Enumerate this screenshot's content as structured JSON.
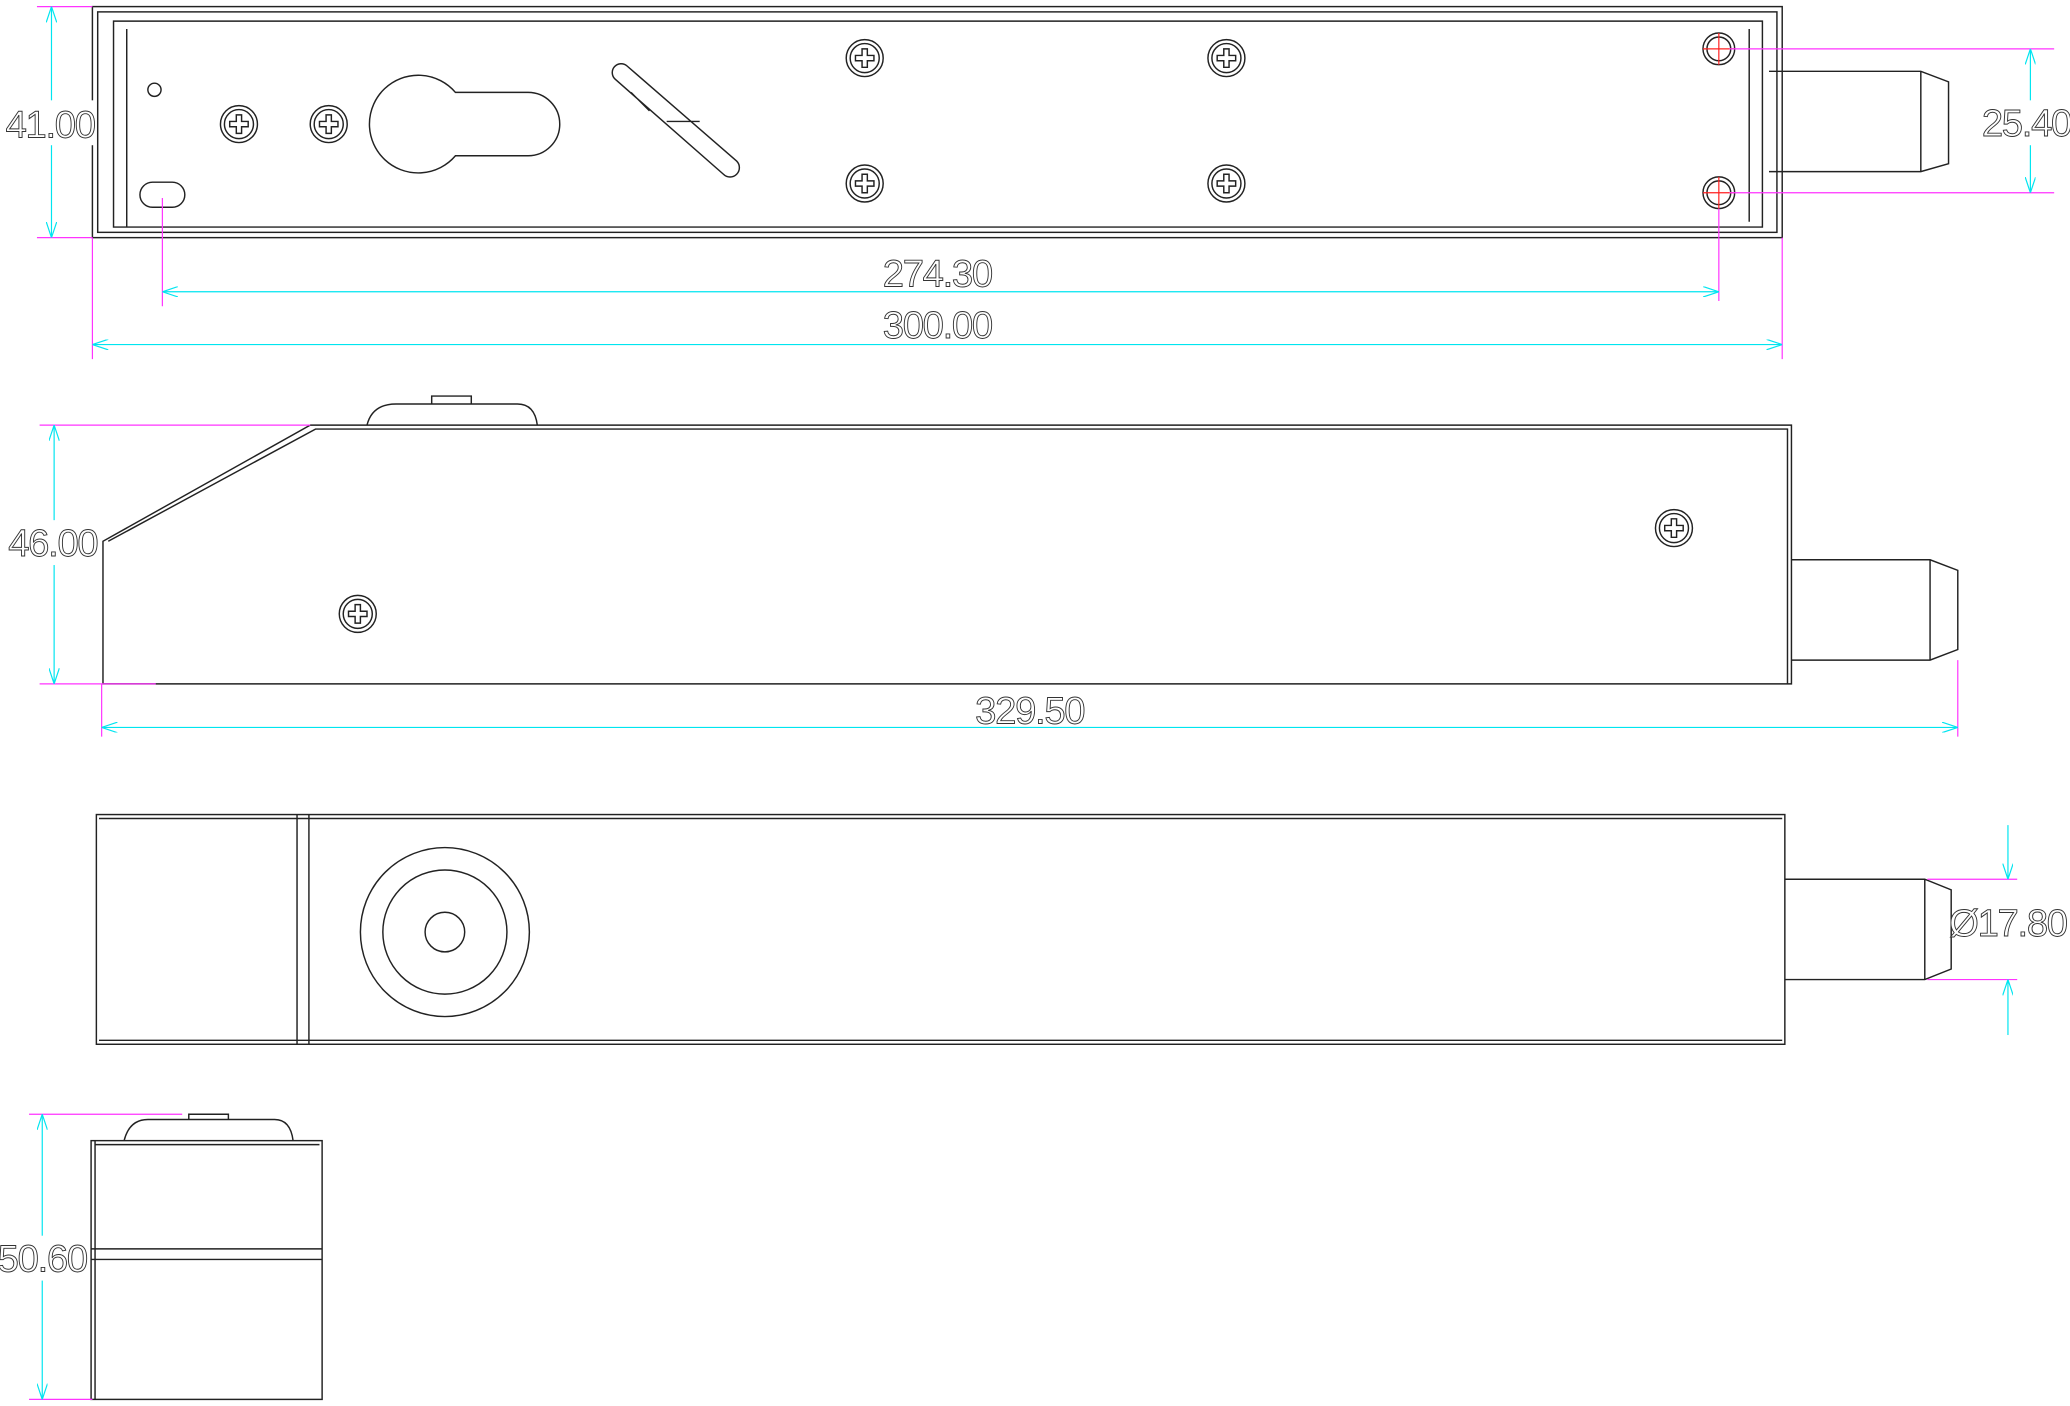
{
  "drawing": {
    "colors": {
      "outline": "#222222",
      "dimension": "#00e5f0",
      "extension": "#ff33ff",
      "center": "#ff2020"
    },
    "top_view": {
      "height_dim": "41.00",
      "bolt_spacing_dim": "25.40",
      "hole_spacing_dim": "274.30",
      "length_dim": "300.00"
    },
    "side_view": {
      "height_dim": "46.00",
      "overall_length_dim": "329.50"
    },
    "bottom_view": {
      "bolt_diameter_dim": "Ø17.80"
    },
    "end_view": {
      "height_dim": "50.60"
    }
  }
}
